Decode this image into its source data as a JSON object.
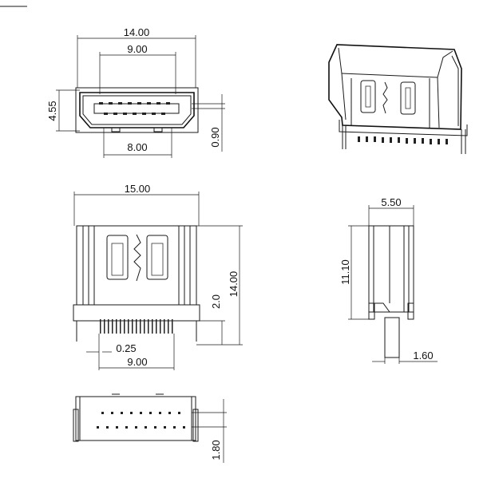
{
  "dimensions": {
    "front_width": "14.00",
    "front_inner_width": "9.00",
    "front_height": "4.55",
    "front_pin_pitch": "0.90",
    "front_bottom_width": "8.00",
    "top_width": "15.00",
    "top_length": "14.00",
    "top_tail": "2.0",
    "top_pin_width": "0.25",
    "top_pin_span": "9.00",
    "side_width": "5.50",
    "side_height": "11.10",
    "side_pin": "1.60",
    "bottom_pitch": "1.80"
  },
  "colors": {
    "line": "#1a1a1a",
    "background": "#ffffff"
  }
}
